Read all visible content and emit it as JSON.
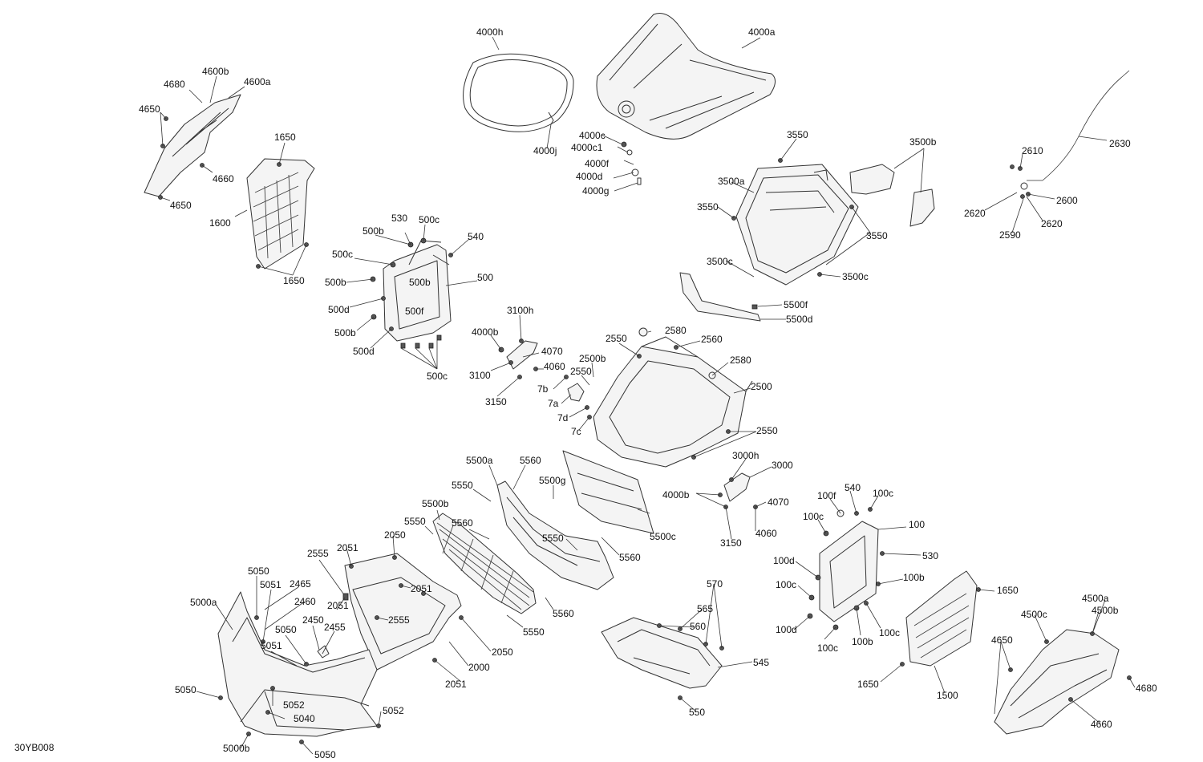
{
  "drawing_code": "30YB008",
  "callouts": [
    "4000h",
    "4000a",
    "4680",
    "4600b",
    "4600a",
    "4650",
    "4660",
    "4650",
    "1650",
    "1600",
    "1650",
    "4000c",
    "4000c1",
    "4000f",
    "4000d",
    "4000g",
    "4000j",
    "3550",
    "3500b",
    "3500a",
    "3550",
    "3550",
    "3500c",
    "3500c",
    "5500f",
    "5500d",
    "2610",
    "2630",
    "2600",
    "2620",
    "2620",
    "2590",
    "530",
    "500c",
    "500b",
    "540",
    "500c",
    "500b",
    "500",
    "500b",
    "500f",
    "500d",
    "500b",
    "500d",
    "500c",
    "3100h",
    "4000b",
    "4070",
    "3100",
    "4060",
    "3150",
    "2580",
    "2550",
    "2560",
    "2500b",
    "2550",
    "2580",
    "7b",
    "2500",
    "7a",
    "7d",
    "7c",
    "2550",
    "5500a",
    "5560",
    "5550",
    "5500g",
    "5500b",
    "5550",
    "5560",
    "5550",
    "5500c",
    "5560",
    "5560",
    "5550",
    "3000h",
    "3000",
    "4000b",
    "4070",
    "3150",
    "4060",
    "100f",
    "540",
    "100c",
    "100c",
    "100",
    "530",
    "100d",
    "100b",
    "100c",
    "100d",
    "100c",
    "100b",
    "100c",
    "2051",
    "2050",
    "2555",
    "5050",
    "5051",
    "2465",
    "2460",
    "2051",
    "2051",
    "5000a",
    "2450",
    "2555",
    "2455",
    "5050",
    "5051",
    "2050",
    "2000",
    "2051",
    "5050",
    "5052",
    "5040",
    "5052",
    "5000b",
    "5050",
    "570",
    "565",
    "560",
    "545",
    "550",
    "1650",
    "4500a",
    "4500c",
    "4500b",
    "4650",
    "4680",
    "1650",
    "1500",
    "4660"
  ]
}
